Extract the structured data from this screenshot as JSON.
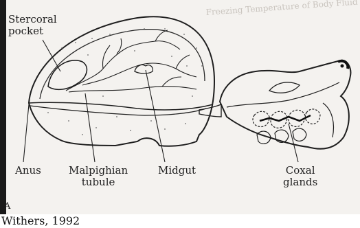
{
  "figure": {
    "panel_letter": "A",
    "labels": {
      "stercoral_pocket": "Stercoral\npocket",
      "anus": "Anus",
      "malpighian_tubule": "Malpighian\ntubule",
      "midgut": "Midgut",
      "coxal_glands": "Coxal\nglands"
    },
    "bleed_through_text": "Freezing Temperature of Body Fluid"
  },
  "caption": "Withers, 1992"
}
